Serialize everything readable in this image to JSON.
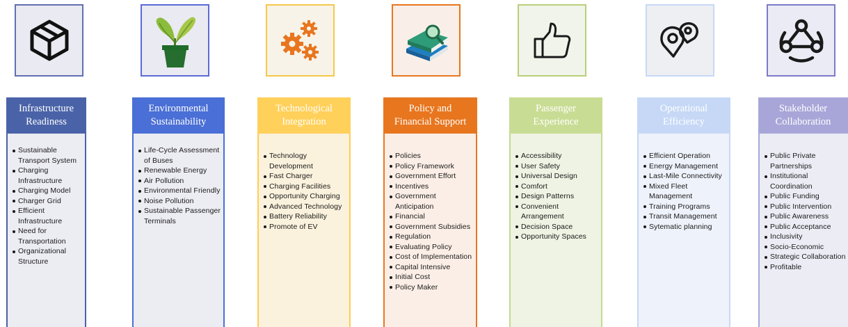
{
  "columns": [
    {
      "id": "infrastructure",
      "icon": "cube-icon",
      "title": "Infrastructure\nReadiness",
      "header_color": "#4a63a8",
      "title_color": "#ffffff",
      "border_color": "#4a63a8",
      "icon_border": "#5b6bb5",
      "body_bg": "#ececf3",
      "items": [
        "Sustainable Transport System",
        "Charging Infrastructure",
        "Charging Model",
        "Charger Grid",
        "Efficient Infrastructure",
        "Need for Transportation",
        "Organizational Structure"
      ]
    },
    {
      "id": "environmental",
      "icon": "plant-icon",
      "title": "Environmental\nSustainability",
      "header_color": "#4a6fd6",
      "title_color": "#ffffff",
      "border_color": "#4a6fd6",
      "icon_border": "#5b6bd5",
      "body_bg": "#ececf3",
      "items": [
        "Life-Cycle Assessment of Buses",
        "Renewable Energy",
        "Air Pollution",
        "Environmental Friendly",
        "Noise Pollution",
        "Sustainable Passenger Terminals"
      ]
    },
    {
      "id": "technological",
      "icon": "gears-icon",
      "title": "Technological\nIntegration",
      "header_color": "#ffd05a",
      "title_color": "#ffffff",
      "border_color": "#ffcc55",
      "icon_border": "#f5c84a",
      "body_bg": "#fbf2dd",
      "items": [
        "Technology Development",
        "Fast Charger",
        "Charging Facilities",
        "Opportunity Charging",
        "Advanced Technology",
        "Battery Reliability",
        "Promote of EV"
      ]
    },
    {
      "id": "policy",
      "icon": "books-icon",
      "title": "Policy and\nFinancial Support",
      "header_color": "#e8761f",
      "title_color": "#ffffff",
      "border_color": "#e8761f",
      "icon_border": "#e8761f",
      "body_bg": "#fbeee6",
      "items": [
        "Policies",
        "Policy Framework",
        "Government Effort",
        "Incentives",
        "Government Anticipation",
        "Financial",
        "Government Subsidies",
        "Regulation",
        "Evaluating Policy",
        "Cost of Implementation",
        "Capital Intensive",
        "Initial Cost",
        "Policy Maker"
      ]
    },
    {
      "id": "passenger",
      "icon": "thumbs-up-icon",
      "title": "Passenger\nExperience",
      "header_color": "#c9dc94",
      "title_color": "#ffffff",
      "border_color": "#c6d98e",
      "icon_border": "#b9cf7c",
      "body_bg": "#eef3e3",
      "items": [
        "Accessibility",
        "User Safety",
        "Universal Design",
        "Comfort",
        "Design Patterns",
        "Convenient Arrangement",
        "Decision Space",
        "Opportunity Spaces"
      ]
    },
    {
      "id": "operational",
      "icon": "map-pin-icon",
      "title": "Operational\nEfficiency",
      "header_color": "#c6d8f6",
      "title_color": "#ffffff",
      "border_color": "#c6d8f6",
      "icon_border": "#c6d8f6",
      "body_bg": "#eef2fa",
      "items": [
        "Efficient Operation",
        "Energy Management",
        "Last-Mile Connectivity",
        "Mixed Fleet Management",
        "Training Programs",
        "Transit Management",
        "Sytematic planning"
      ]
    },
    {
      "id": "stakeholder",
      "icon": "network-icon",
      "title": "Stakeholder\nCollaboration",
      "header_color": "#a8a6d8",
      "title_color": "#ffffff",
      "border_color": "#a8a6d8",
      "icon_border": "#7c7ac8",
      "body_bg": "#ececf5",
      "items": [
        "Public Private Partnerships",
        "Institutional Coordination",
        "Public Funding",
        "Public Intervention",
        "Public Awareness",
        "Public Acceptance",
        "Inclusivity",
        "Socio-Economic",
        "Strategic Collaboration",
        "Profitable"
      ]
    }
  ]
}
